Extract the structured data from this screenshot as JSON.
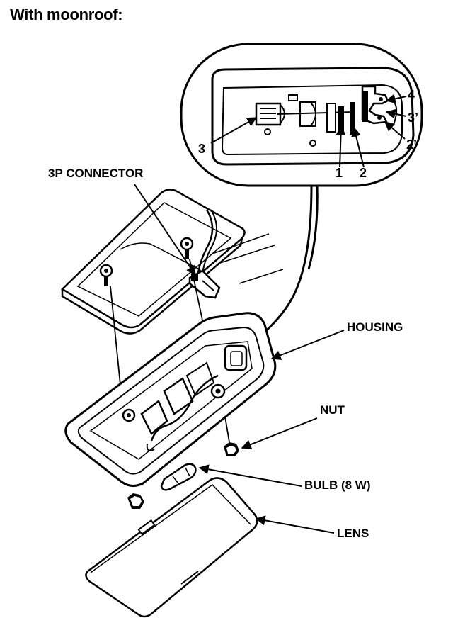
{
  "title": "With moonroof:",
  "labels": {
    "connector": "3P CONNECTOR",
    "housing": "HOUSING",
    "nut": "NUT",
    "bulb": "BULB (8 W)",
    "lens": "LENS"
  },
  "terminals": {
    "t1": "1",
    "t2": "2",
    "t2p": "2’",
    "t3": "3",
    "t3p": "3’",
    "t4": "4"
  },
  "colors": {
    "ink": "#000000",
    "paper": "#ffffff"
  }
}
